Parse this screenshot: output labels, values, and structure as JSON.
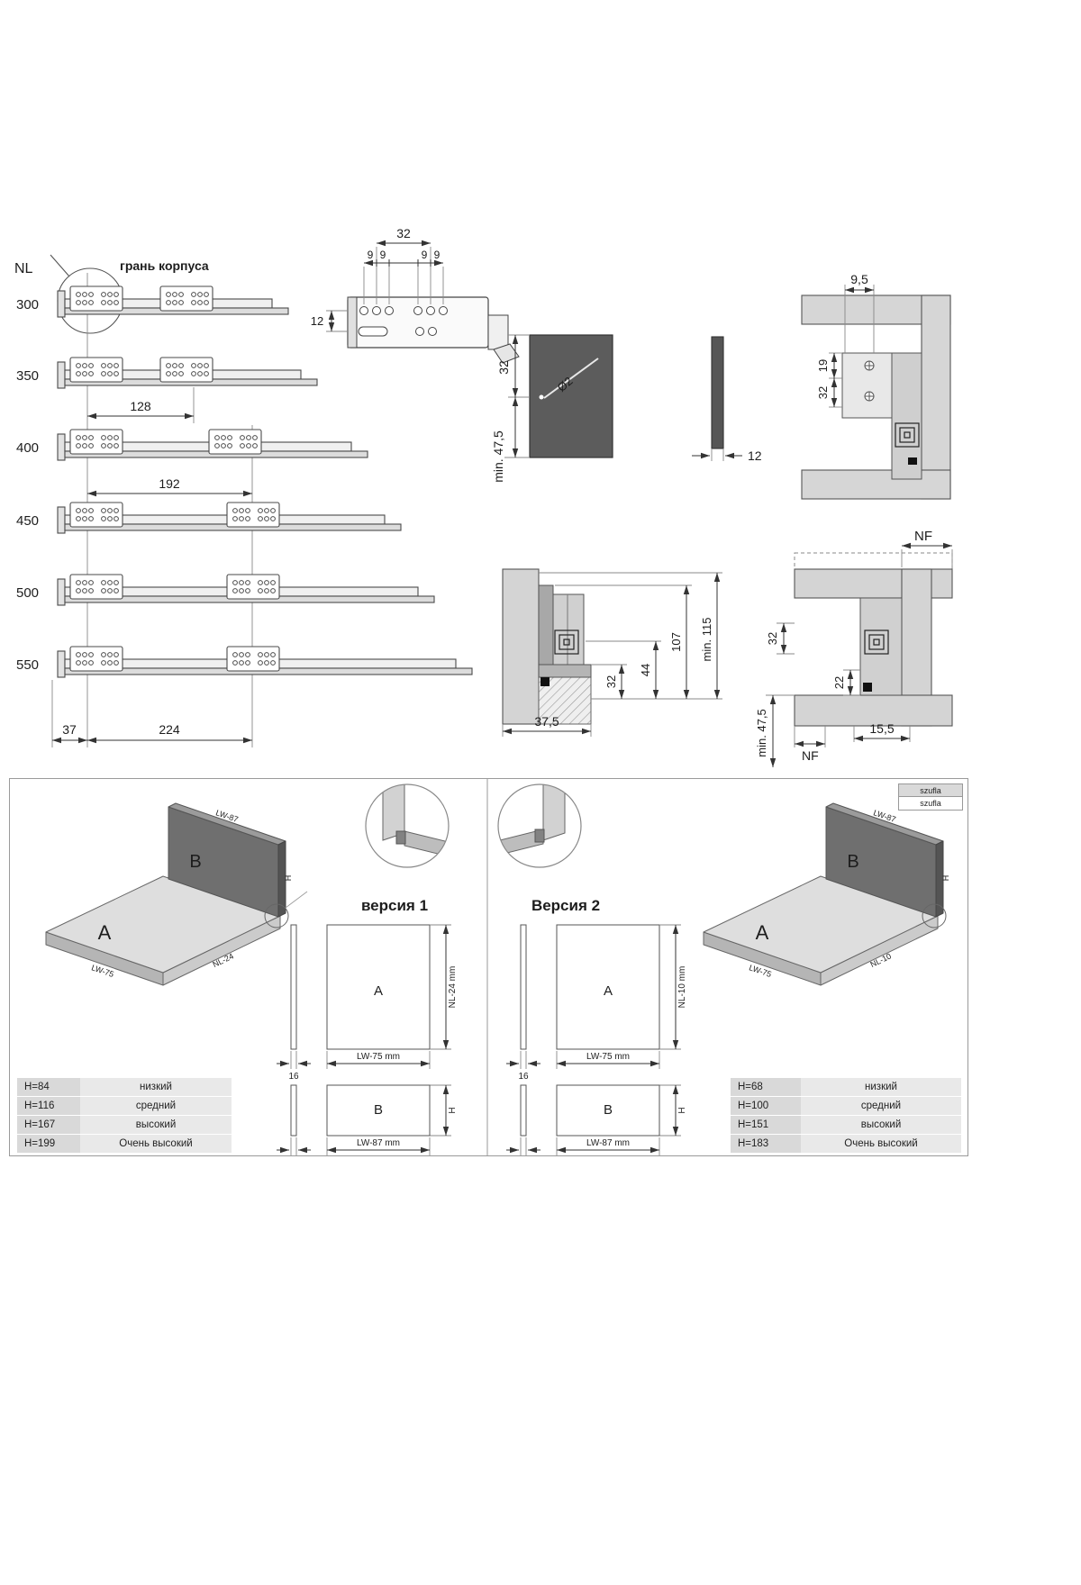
{
  "top": {
    "nl_label": "NL",
    "corpus_label": "грань корпуса",
    "lengths": [
      "300",
      "350",
      "400",
      "450",
      "500",
      "550"
    ],
    "dims": {
      "hole_span_1": "128",
      "hole_span_2": "192",
      "front_offset": "37",
      "back_span": "224"
    },
    "drill": {
      "d32": "32",
      "d9a": "9",
      "d9b": "9",
      "d9c": "9",
      "d9d": "9",
      "d12": "12"
    },
    "side_panel": {
      "d32": "32",
      "dia": "Ø2",
      "min": "min. 47,5"
    },
    "thickness": {
      "d12": "12"
    },
    "back_section": {
      "d95": "9,5",
      "d19": "19",
      "d32": "32"
    },
    "bottom_section": {
      "d375": "37,5",
      "d32": "32",
      "d44": "44",
      "d107": "107",
      "min115": "min. 115"
    },
    "side_section": {
      "nf_top": "NF",
      "d32": "32",
      "d22": "22",
      "d155": "15,5",
      "min475": "min. 47,5",
      "nf_bottom": "NF"
    }
  },
  "bottom": {
    "v1": {
      "title": "версия 1",
      "iso": {
        "a": "A",
        "b": "B",
        "lw87": "LW-87",
        "h": "H",
        "lw75": "LW-75",
        "nl": "NL-24"
      },
      "panelA": {
        "label": "A",
        "width": "LW-75 mm",
        "height": "NL-24 mm",
        "thickness": "16"
      },
      "panelB": {
        "label": "B",
        "width": "LW-87 mm",
        "height": "H",
        "thickness": "16"
      },
      "table": [
        {
          "h": "H=84",
          "name": "низкий"
        },
        {
          "h": "H=116",
          "name": "средний"
        },
        {
          "h": "H=167",
          "name": "высокий"
        },
        {
          "h": "H=199",
          "name": "Очень высокий"
        }
      ]
    },
    "v2": {
      "title": "Версия 2",
      "iso": {
        "a": "A",
        "b": "B",
        "lw87": "LW-87",
        "h": "H",
        "lw75": "LW-75",
        "nl": "NL-10"
      },
      "panelA": {
        "label": "A",
        "width": "LW-75 mm",
        "height": "NL-10 mm",
        "thickness": "16"
      },
      "panelB": {
        "label": "B",
        "width": "LW-87 mm",
        "height": "H",
        "thickness": "16"
      },
      "table": [
        {
          "h": "H=68",
          "name": "низкий"
        },
        {
          "h": "H=100",
          "name": "средний"
        },
        {
          "h": "H=151",
          "name": "высокий"
        },
        {
          "h": "H=183",
          "name": "Очень высокий"
        }
      ],
      "szufla": {
        "row1": "szufla",
        "row2": "szufla"
      }
    }
  }
}
